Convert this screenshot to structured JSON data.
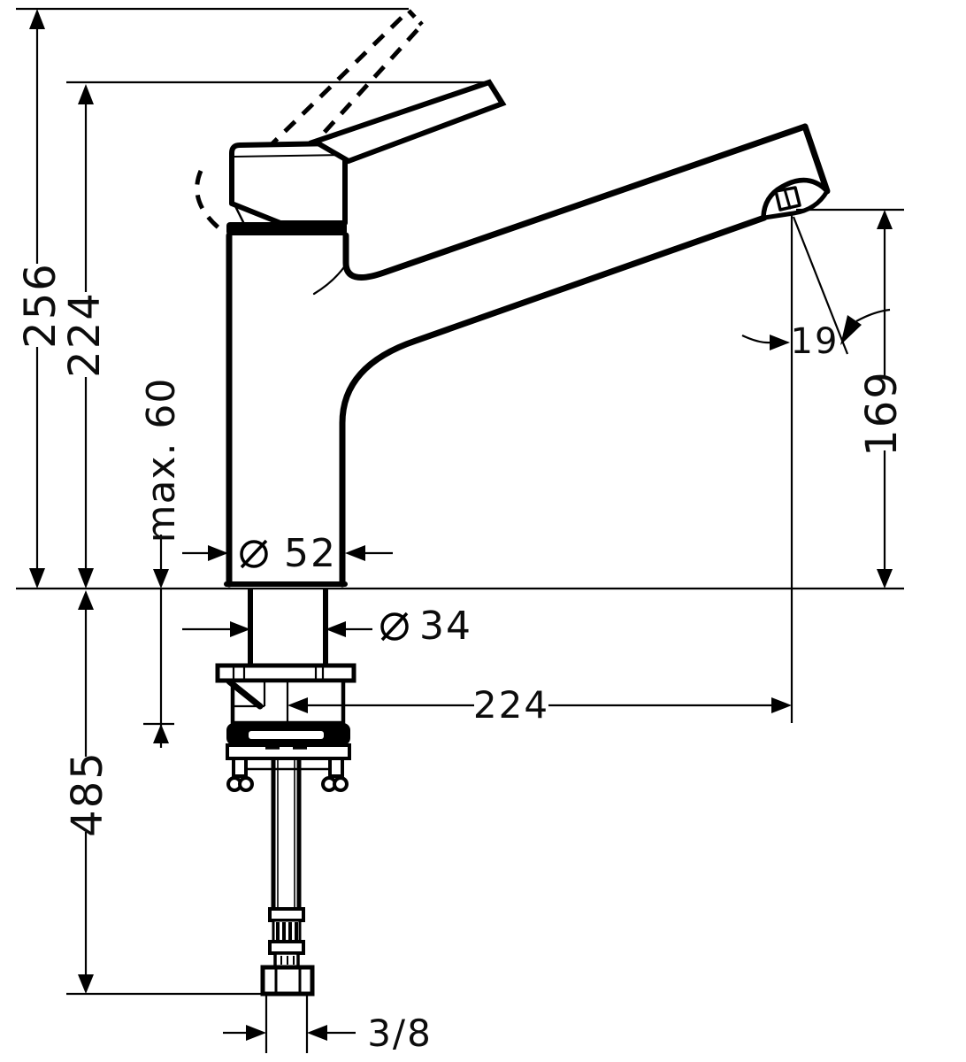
{
  "page": {
    "background": "#ffffff",
    "ink": "#000000"
  },
  "drawing": {
    "kind": "technical dimension drawing",
    "subject": "single-lever kitchen mixer faucet, side elevation with dashed raised-lever position, below-deck shank, mounting hardware, supply pipe and connection nut",
    "units": "mm",
    "diameter_symbol": "⌀"
  },
  "dims": {
    "height_lever_open": {
      "value": "256",
      "orientation": "vertical",
      "meaning": "overall height with lever raised"
    },
    "height_lever_closed": {
      "value": "224",
      "orientation": "vertical",
      "meaning": "height to lever tip closed"
    },
    "max_deck_thickness": {
      "value": "max. 60",
      "orientation": "vertical",
      "meaning": "maximum counter thickness"
    },
    "hose_length_below_deck": {
      "value": "485",
      "orientation": "vertical",
      "meaning": "length below deck to connection"
    },
    "spout_outlet_height": {
      "value": "169",
      "orientation": "vertical",
      "meaning": "outlet height above deck"
    },
    "body_diameter": {
      "value": "52",
      "symbol": "⌀",
      "meaning": "body diameter"
    },
    "shank_diameter": {
      "value": "34",
      "symbol": "⌀",
      "meaning": "shank diameter"
    },
    "spout_reach": {
      "value": "224",
      "orientation": "horizontal",
      "meaning": "spout reach from center axis"
    },
    "outlet_offset": {
      "value": "19",
      "orientation": "horizontal",
      "meaning": "outlet offset at spout tip"
    },
    "supply_connection": {
      "value": "3/8",
      "orientation": "horizontal",
      "meaning": "supply connection size"
    }
  }
}
